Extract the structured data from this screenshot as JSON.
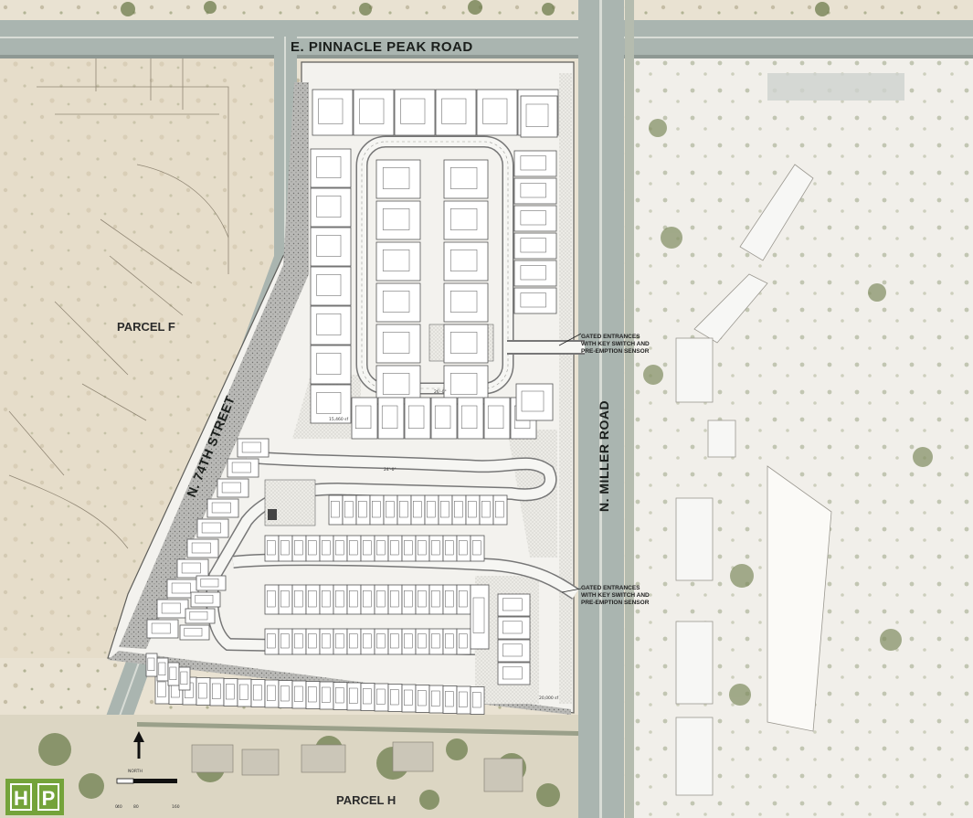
{
  "roads": {
    "north": "E. PINNACLE PEAK ROAD",
    "west": "N. 74TH STREET",
    "east": "N. MILLER ROAD"
  },
  "parcels": {
    "west": "PARCEL F",
    "south": "PARCEL H"
  },
  "gates": {
    "upper": [
      "GATED ENTRANCES",
      "WITH KEY SWITCH AND",
      "PRE-EMPTION SENSOR"
    ],
    "lower": [
      "GATED ENTRANCES",
      "WITH KEY SWITCH AND",
      "PRE-EMPTION SENSOR"
    ]
  },
  "north_arrow": {
    "label": "NORTH",
    "scale_ticks": [
      "0",
      "40",
      "80",
      "160"
    ]
  },
  "logo": {
    "letters": [
      "H",
      "P"
    ],
    "color": "#74a33a"
  },
  "colors": {
    "desert": "#e6dfcf",
    "vegetation": "#8c9b6a",
    "road": "#a9b3ae",
    "site": "#f3f2ee",
    "hatch": "#8d8d8d"
  }
}
